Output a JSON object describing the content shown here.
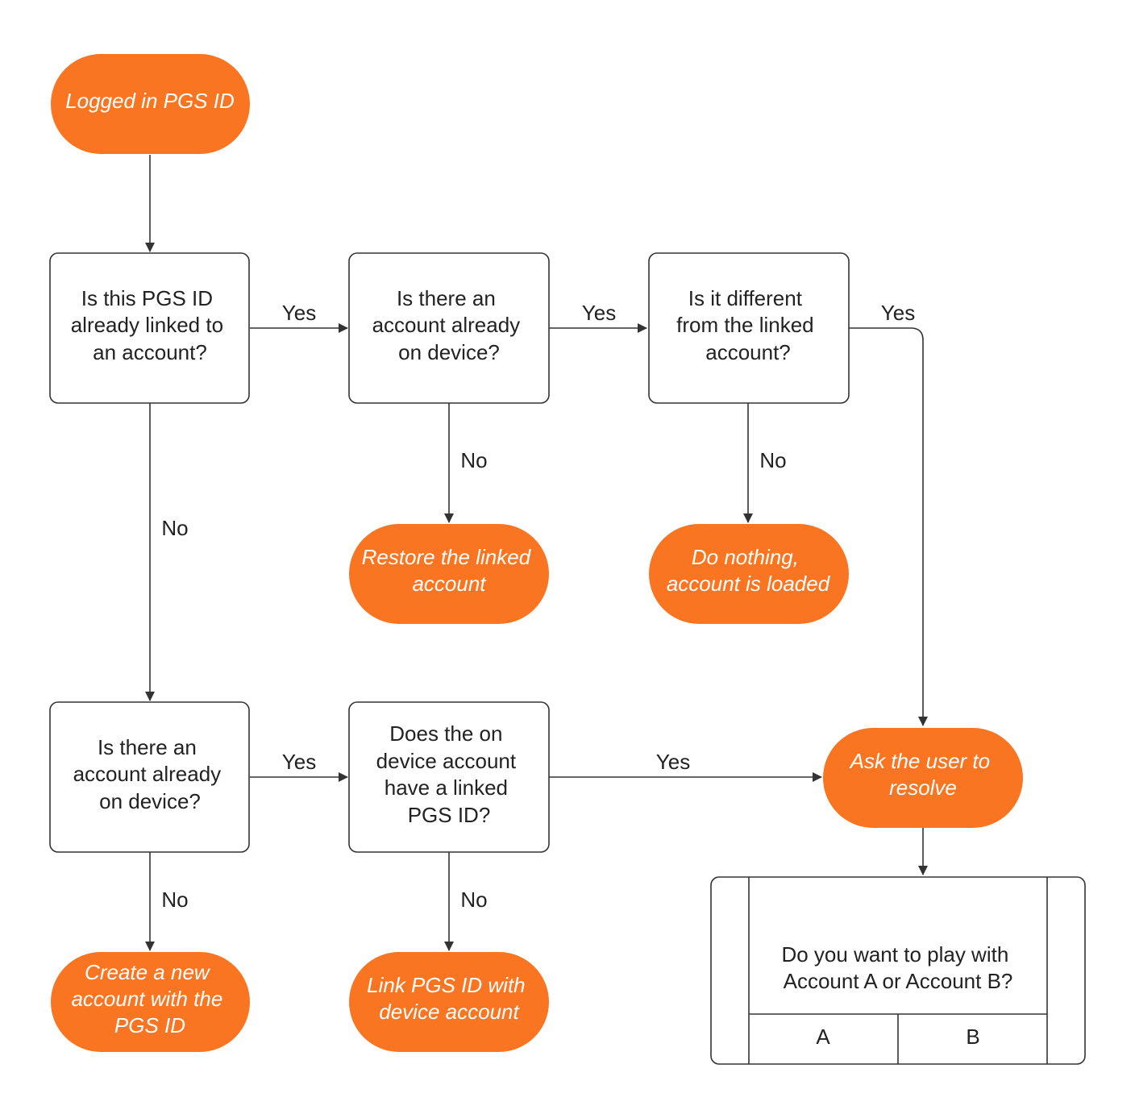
{
  "colors": {
    "terminal_fill": "#fa7521",
    "terminal_text": "#ffffff",
    "box_border": "#333333",
    "text": "#222222"
  },
  "nodes": {
    "start": {
      "label": [
        "Logged in PGS ID"
      ]
    },
    "q_linked": {
      "label": [
        "Is this PGS ID",
        "already linked to",
        "an account?"
      ]
    },
    "q_on_device_1": {
      "label": [
        "Is there an",
        "account already",
        "on device?"
      ]
    },
    "q_different": {
      "label": [
        "Is it different",
        "from the linked",
        "account?"
      ]
    },
    "restore": {
      "label": [
        "Restore the linked",
        "account"
      ]
    },
    "do_nothing": {
      "label": [
        "Do nothing,",
        "account is loaded"
      ]
    },
    "q_on_device_2": {
      "label": [
        "Is there an",
        "account already",
        "on device?"
      ]
    },
    "q_device_linked": {
      "label": [
        "Does the on",
        "device account",
        "have a linked",
        "PGS ID?"
      ]
    },
    "ask_user": {
      "label": [
        "Ask the user to",
        "resolve"
      ]
    },
    "create_new": {
      "label": [
        "Create a new",
        "account with the",
        "PGS  ID"
      ]
    },
    "link_pgs": {
      "label": [
        "Link PGS ID with",
        "device account"
      ]
    }
  },
  "dialog": {
    "prompt": [
      "Do you want to play with",
      "Account A or Account B?"
    ],
    "option_a": "A",
    "option_b": "B"
  },
  "edges": {
    "linked_yes": "Yes",
    "linked_no": "No",
    "device1_yes": "Yes",
    "device1_no": "No",
    "different_yes": "Yes",
    "different_no": "No",
    "device2_yes": "Yes",
    "device2_no": "No",
    "devlinked_yes": "Yes",
    "devlinked_no": "No"
  }
}
